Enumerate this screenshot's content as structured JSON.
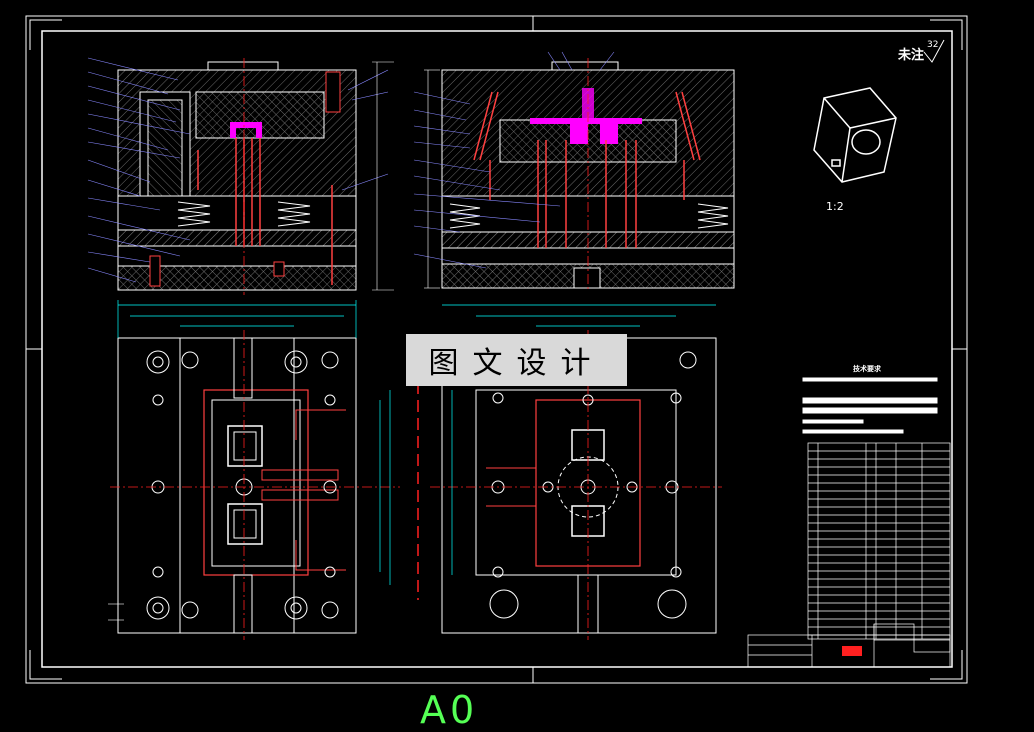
{
  "watermark": "图文设计",
  "roughness": {
    "label": "未注",
    "value": "32"
  },
  "iso_scale": "1:2",
  "sheet_size": "A0",
  "tech_requirements": {
    "title": "技术要求"
  },
  "colors": {
    "background": "#000000",
    "frame": "#ffffff",
    "outline": "#00ffff",
    "cavity": "#ff00ff",
    "section_part": "#ff4040",
    "center_line": "#ff2020",
    "hatch": "#777777",
    "leader": "#8888ff",
    "sheet_text": "#55ff55"
  },
  "icons": [
    "roughness-check-icon",
    "iso-part-3d-icon",
    "section-view-icon",
    "plan-view-icon"
  ]
}
